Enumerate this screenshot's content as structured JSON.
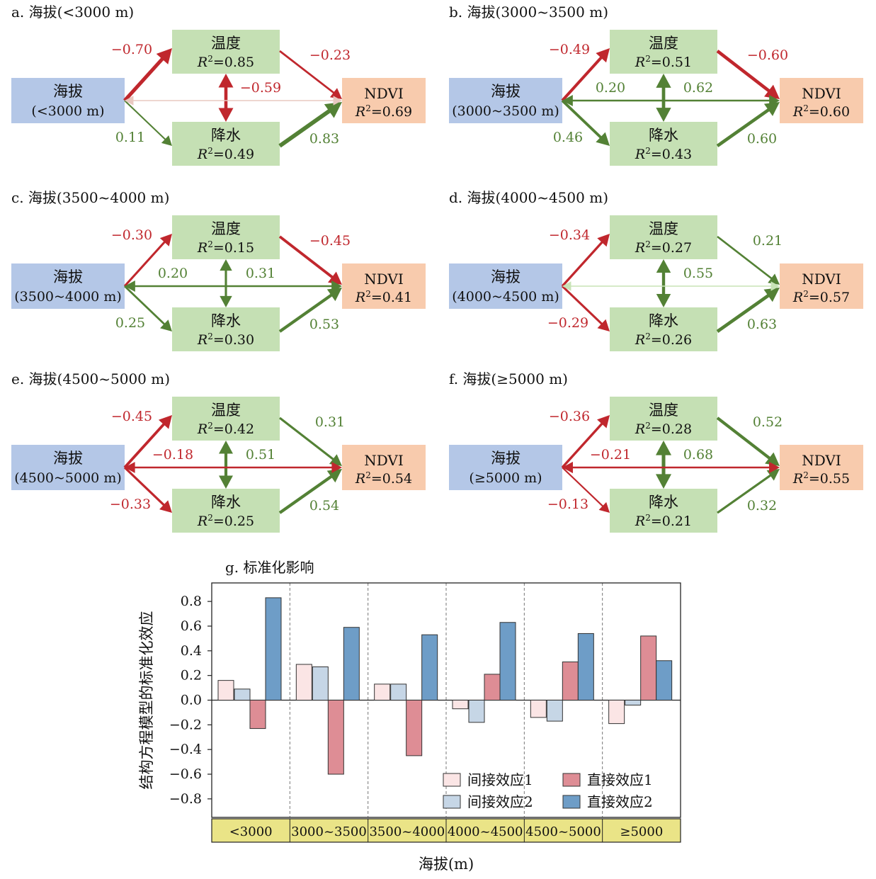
{
  "colors": {
    "elevation_box": "#b4c7e7",
    "climate_box": "#c5e0b4",
    "ndvi_box": "#f8cbad",
    "negative": "#c0272d",
    "positive": "#538135",
    "indirect1": "#fbe5e5",
    "indirect2": "#c6d6e6",
    "direct1": "#de8d95",
    "direct2": "#6e9dc7",
    "category_band": "#eae487"
  },
  "diagrams": [
    {
      "title": "a. 海拔(<3000 m)",
      "elev_line1": "海拔",
      "elev_line2": "(<3000 m)",
      "temp_label": "温度",
      "temp_r2": "=0.85",
      "precip_label": "降水",
      "precip_r2": "=0.49",
      "ndvi_label": "NDVI",
      "ndvi_r2": "=0.69",
      "coef_elev_temp": "−0.70",
      "coef_elev_precip": "0.11",
      "coef_temp_ndvi": "−0.23",
      "coef_precip_ndvi": "0.83",
      "coef_temp_precip": "−0.59",
      "coef_elev_ndvi": ""
    },
    {
      "title": "b. 海拔(3000~3500 m)",
      "elev_line1": "海拔",
      "elev_line2": "(3000~3500 m)",
      "temp_label": "温度",
      "temp_r2": "=0.51",
      "precip_label": "降水",
      "precip_r2": "=0.43",
      "ndvi_label": "NDVI",
      "ndvi_r2": "=0.60",
      "coef_elev_temp": "−0.49",
      "coef_elev_precip": "0.46",
      "coef_temp_ndvi": "−0.60",
      "coef_precip_ndvi": "0.60",
      "coef_temp_precip": "0.62",
      "coef_elev_ndvi": "0.20"
    },
    {
      "title": "c. 海拔(3500~4000 m)",
      "elev_line1": "海拔",
      "elev_line2": "(3500~4000 m)",
      "temp_label": "温度",
      "temp_r2": "=0.15",
      "precip_label": "降水",
      "precip_r2": "=0.30",
      "ndvi_label": "NDVI",
      "ndvi_r2": "=0.41",
      "coef_elev_temp": "−0.30",
      "coef_elev_precip": "0.25",
      "coef_temp_ndvi": "−0.45",
      "coef_precip_ndvi": "0.53",
      "coef_temp_precip": "0.31",
      "coef_elev_ndvi": "0.20"
    },
    {
      "title": "d. 海拔(4000~4500 m)",
      "elev_line1": "海拔",
      "elev_line2": "(4000~4500 m)",
      "temp_label": "温度",
      "temp_r2": "=0.27",
      "precip_label": "降水",
      "precip_r2": "=0.26",
      "ndvi_label": "NDVI",
      "ndvi_r2": "=0.57",
      "coef_elev_temp": "−0.34",
      "coef_elev_precip": "−0.29",
      "coef_temp_ndvi": "0.21",
      "coef_precip_ndvi": "0.63",
      "coef_temp_precip": "0.55",
      "coef_elev_ndvi": ""
    },
    {
      "title": "e. 海拔(4500~5000 m)",
      "elev_line1": "海拔",
      "elev_line2": "(4500~5000 m)",
      "temp_label": "温度",
      "temp_r2": "=0.42",
      "precip_label": "降水",
      "precip_r2": "=0.25",
      "ndvi_label": "NDVI",
      "ndvi_r2": "=0.54",
      "coef_elev_temp": "−0.45",
      "coef_elev_precip": "−0.33",
      "coef_temp_ndvi": "0.31",
      "coef_precip_ndvi": "0.54",
      "coef_temp_precip": "0.51",
      "coef_elev_ndvi": "−0.18"
    },
    {
      "title": "f. 海拔(≥5000 m)",
      "elev_line1": "海拔",
      "elev_line2": "(≥5000 m)",
      "temp_label": "温度",
      "temp_r2": "=0.28",
      "precip_label": "降水",
      "precip_r2": "=0.21",
      "ndvi_label": "NDVI",
      "ndvi_r2": "=0.55",
      "coef_elev_temp": "−0.36",
      "coef_elev_precip": "−0.13",
      "coef_temp_ndvi": "0.52",
      "coef_precip_ndvi": "0.32",
      "coef_temp_precip": "0.68",
      "coef_elev_ndvi": "−0.21"
    }
  ],
  "chart_data": {
    "type": "bar",
    "title": "g. 标准化影响",
    "xlabel": "海拔(m)",
    "ylabel": "结构方程模型的标准化效应",
    "ylim": [
      -0.95,
      0.95
    ],
    "yticks": [
      "0.8",
      "0.6",
      "0.4",
      "0.2",
      "0.0",
      "−0.2",
      "−0.4",
      "−0.6",
      "−0.8"
    ],
    "ytick_values": [
      0.8,
      0.6,
      0.4,
      0.2,
      0.0,
      -0.2,
      -0.4,
      -0.6,
      -0.8
    ],
    "categories": [
      "<3000",
      "3000~3500",
      "3500~4000",
      "4000~4500",
      "4500~5000",
      "≥5000"
    ],
    "series": [
      {
        "name": "间接效应1",
        "values": [
          0.16,
          0.29,
          0.13,
          -0.07,
          -0.14,
          -0.19
        ]
      },
      {
        "name": "间接效应2",
        "values": [
          0.09,
          0.27,
          0.13,
          -0.18,
          -0.17,
          -0.04
        ]
      },
      {
        "name": "直接效应1",
        "values": [
          -0.23,
          -0.6,
          -0.45,
          0.21,
          0.31,
          0.52
        ]
      },
      {
        "name": "直接效应2",
        "values": [
          0.83,
          0.59,
          0.53,
          0.63,
          0.54,
          0.32
        ]
      }
    ],
    "legend_position": "bottom-right",
    "grid": false
  }
}
